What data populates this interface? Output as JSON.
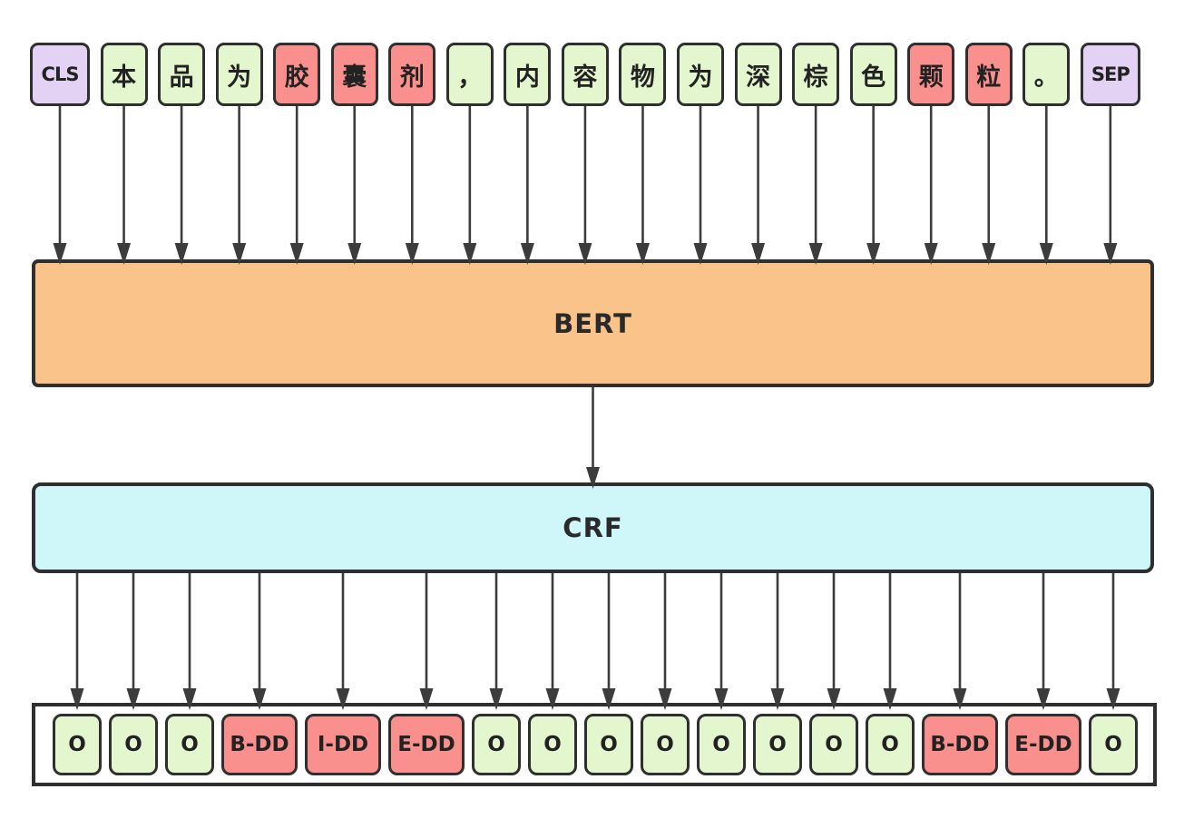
{
  "diagram": {
    "bert": {
      "label": "BERT"
    },
    "crf": {
      "label": "CRF"
    },
    "tokens": [
      {
        "text": "CLS",
        "type": "special"
      },
      {
        "text": "本",
        "type": "normal"
      },
      {
        "text": "品",
        "type": "normal"
      },
      {
        "text": "为",
        "type": "normal"
      },
      {
        "text": "胶",
        "type": "entity"
      },
      {
        "text": "囊",
        "type": "entity"
      },
      {
        "text": "剂",
        "type": "entity"
      },
      {
        "text": "，",
        "type": "normal"
      },
      {
        "text": "内",
        "type": "normal"
      },
      {
        "text": "容",
        "type": "normal"
      },
      {
        "text": "物",
        "type": "normal"
      },
      {
        "text": "为",
        "type": "normal"
      },
      {
        "text": "深",
        "type": "normal"
      },
      {
        "text": "棕",
        "type": "normal"
      },
      {
        "text": "色",
        "type": "normal"
      },
      {
        "text": "颗",
        "type": "entity"
      },
      {
        "text": "粒",
        "type": "entity"
      },
      {
        "text": "。",
        "type": "normal"
      },
      {
        "text": "SEP",
        "type": "special"
      }
    ],
    "output_labels": [
      {
        "text": "O",
        "type": "o"
      },
      {
        "text": "O",
        "type": "o"
      },
      {
        "text": "O",
        "type": "o"
      },
      {
        "text": "B-DD",
        "type": "entity"
      },
      {
        "text": "I-DD",
        "type": "entity"
      },
      {
        "text": "E-DD",
        "type": "entity"
      },
      {
        "text": "O",
        "type": "o"
      },
      {
        "text": "O",
        "type": "o"
      },
      {
        "text": "O",
        "type": "o"
      },
      {
        "text": "O",
        "type": "o"
      },
      {
        "text": "O",
        "type": "o"
      },
      {
        "text": "O",
        "type": "o"
      },
      {
        "text": "O",
        "type": "o"
      },
      {
        "text": "O",
        "type": "o"
      },
      {
        "text": "B-DD",
        "type": "entity"
      },
      {
        "text": "E-DD",
        "type": "entity"
      },
      {
        "text": "O",
        "type": "o"
      }
    ],
    "colors": {
      "special_token": "#E4D2F5",
      "normal_token": "#E3F6CE",
      "entity_token": "#F9908D",
      "bert_fill": "#F9C38A",
      "crf_fill": "#CFF7F9",
      "border": "#2F2F2F",
      "arrow": "#3C3C3C"
    }
  }
}
